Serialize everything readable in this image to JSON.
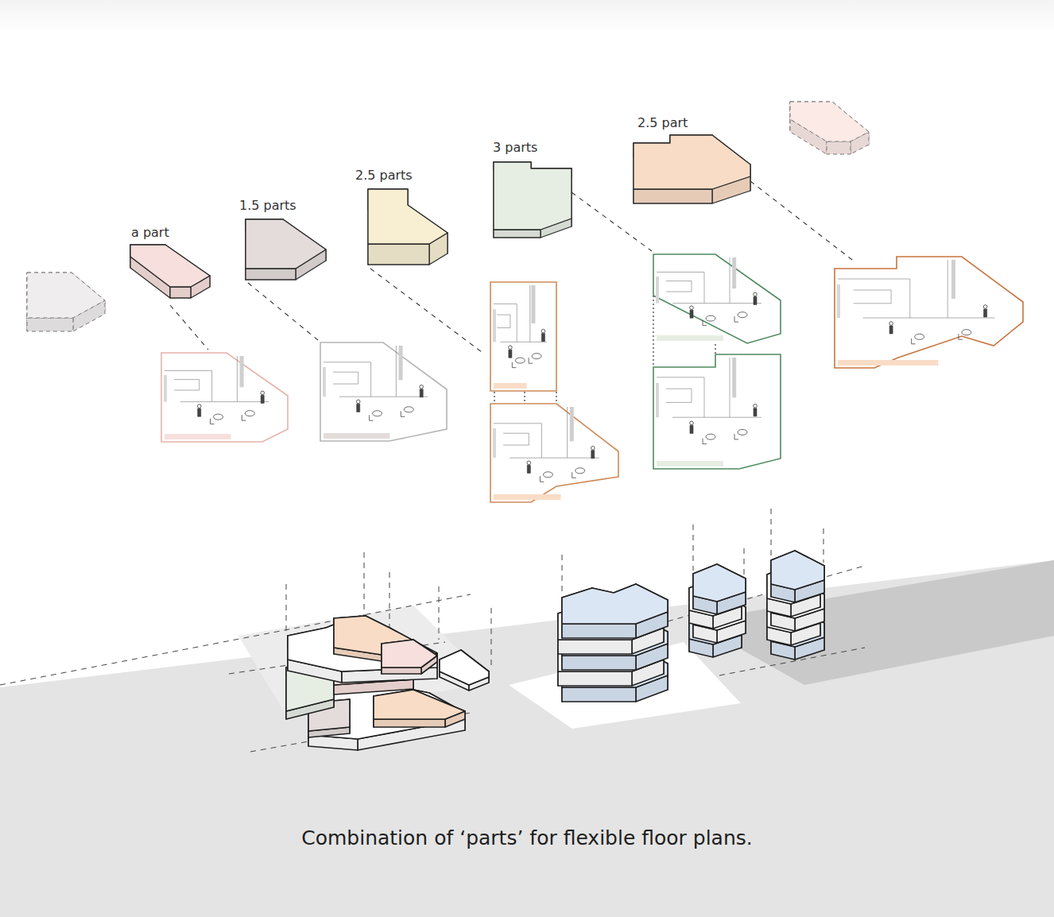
{
  "diagram": {
    "caption": "Combination of ‘parts’ for flexible floor plans.",
    "nodes": [
      {
        "text": [
          "a part"
        ]
      },
      {
        "text": [
          "1.5 parts"
        ]
      },
      {
        "text": [
          "2.5 parts"
        ]
      },
      {
        "text": [
          "3 parts"
        ]
      },
      {
        "text": [
          "2.5 part"
        ]
      }
    ]
  }
}
